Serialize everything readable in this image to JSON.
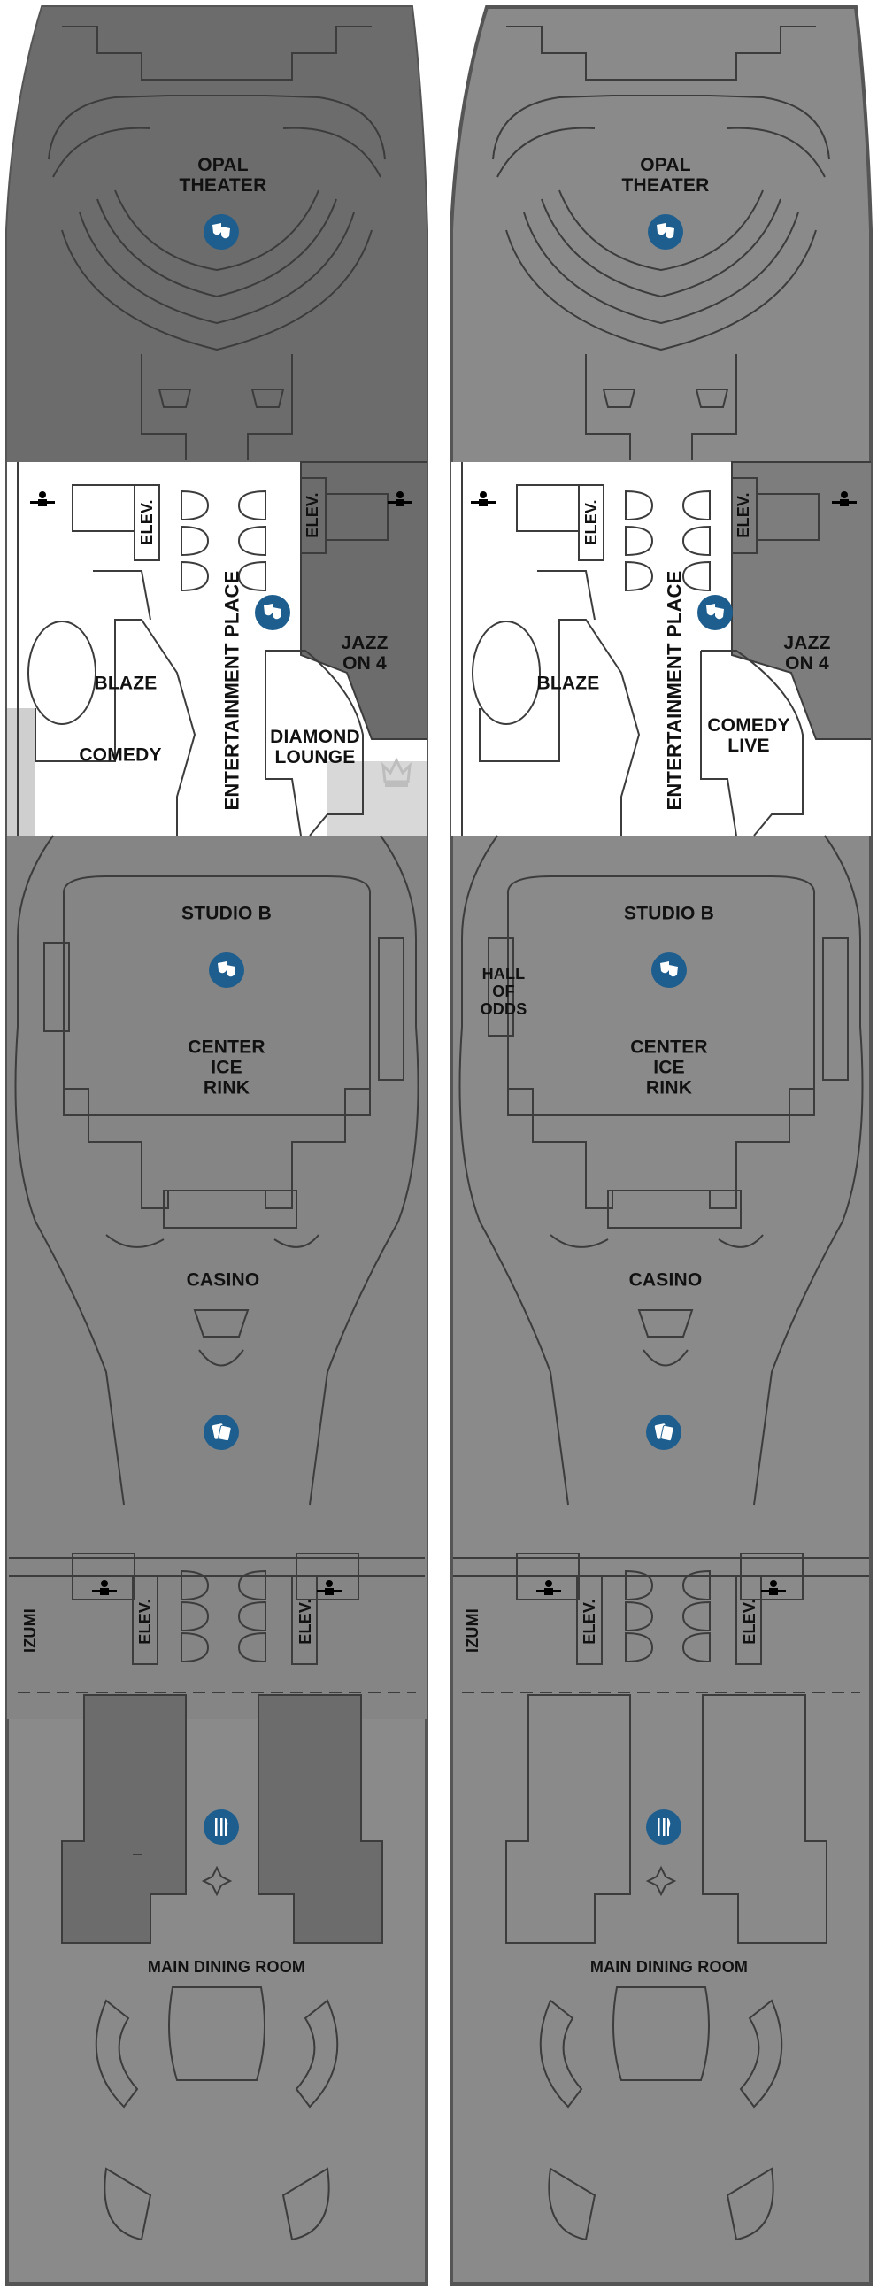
{
  "decks": [
    {
      "labels": {
        "opal_theater": "OPAL\nTHEATER",
        "elev_1": "ELEV.",
        "elev_2": "ELEV.",
        "entertainment_place": "ENTERTAINMENT PLACE",
        "blaze": "BLAZE",
        "comedy": "COMEDY",
        "jazz": "JAZZ\nON 4",
        "lounge": "DIAMOND\nLOUNGE",
        "studio_b": "STUDIO B",
        "center_ice_rink": "CENTER\nICE\nRINK",
        "casino": "CASINO",
        "izumi": "IZUMI",
        "elev_3": "ELEV.",
        "elev_4": "ELEV.",
        "main_dining_room": "MAIN DINING ROOM"
      }
    },
    {
      "labels": {
        "opal_theater": "OPAL\nTHEATER",
        "elev_1": "ELEV.",
        "elev_2": "ELEV.",
        "entertainment_place": "ENTERTAINMENT PLACE",
        "blaze": "BLAZE",
        "jazz": "JAZZ\nON 4",
        "lounge": "COMEDY\nLIVE",
        "studio_b": "STUDIO B",
        "hall_of_odds": "HALL\nOF\nODDS",
        "center_ice_rink": "CENTER\nICE\nRINK",
        "casino": "CASINO",
        "izumi": "IZUMI",
        "elev_3": "ELEV.",
        "elev_4": "ELEV.",
        "main_dining_room": "MAIN DINING ROOM"
      }
    }
  ],
  "icons": {
    "theater": "theater-masks-icon",
    "casino": "playing-cards-icon",
    "dining": "fork-knife-icon",
    "restroom": "restroom-icon",
    "crown": "royal-caribbean-crown-logo"
  },
  "colors": {
    "deck_fill": "#8a8a8a",
    "dark_area": "#6c6c6c",
    "highlight": "#ffffff",
    "line": "#3c3c3c",
    "icon_blue": "#1d5e8f"
  }
}
